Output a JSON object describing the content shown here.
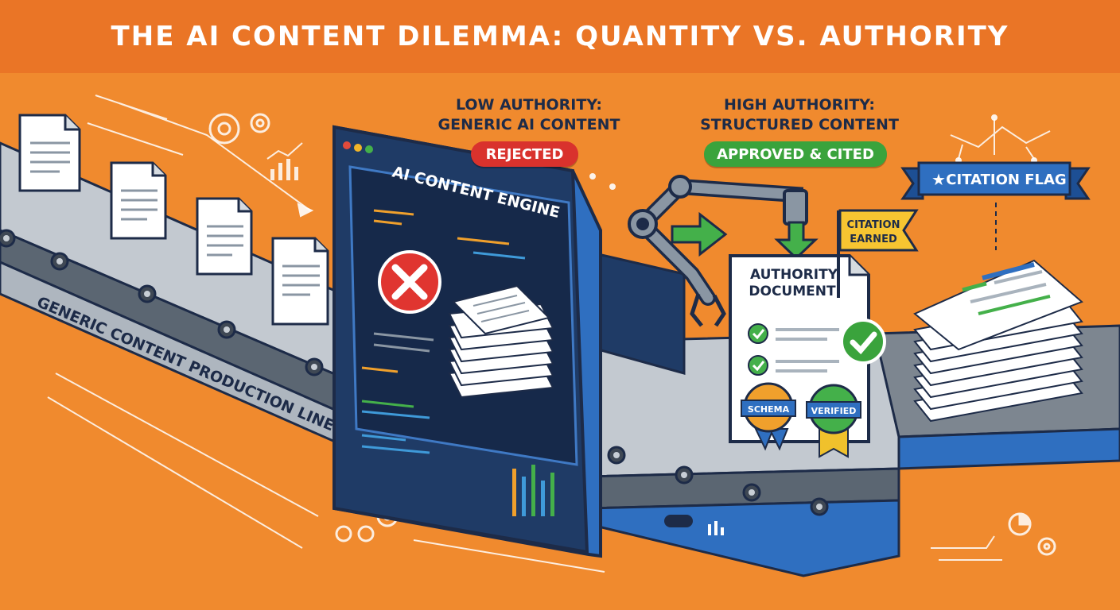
{
  "title": "THE AI CONTENT DILEMMA: QUANTITY VS. AUTHORITY",
  "low": {
    "heading_line1": "LOW AUTHORITY:",
    "heading_line2": "GENERIC AI CONTENT",
    "badge": "REJECTED",
    "badge_color": "#d9322d"
  },
  "high": {
    "heading_line1": "HIGH AUTHORITY:",
    "heading_line2": "STRUCTURED CONTENT",
    "badge": "APPROVED & CITED",
    "badge_color": "#3aa33c"
  },
  "conveyor": {
    "label": "GENERIC CONTENT PRODUCTION LINE"
  },
  "engine": {
    "label": "AI CONTENT ENGINE"
  },
  "document": {
    "title_line1": "AUTHORITY",
    "title_line2": "DOCUMENT",
    "seal_schema": "SCHEMA",
    "seal_verified": "VERIFIED"
  },
  "flag": {
    "line1": "CITATION",
    "line2": "EARNED"
  },
  "ribbon": {
    "label": "CITATION FLAG",
    "star": "★"
  },
  "icons": [
    "gear-icon",
    "bar-chart-icon",
    "reject-x-icon",
    "approve-check-icon",
    "check-circle-icon",
    "star-icon",
    "pie-chart-icon",
    "arrow-right-icon",
    "arrow-down-icon"
  ],
  "colors": {
    "background": "#f08a2e",
    "banner": "#ea7526",
    "navy": "#1d2b48",
    "screen": "#1f3b66",
    "belt": "#5b6672"
  }
}
